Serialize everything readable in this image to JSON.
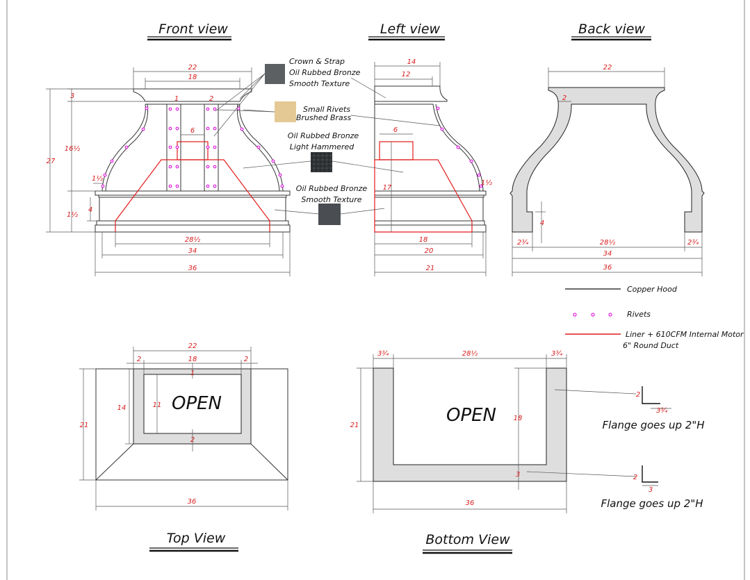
{
  "titles": {
    "front": "Front view",
    "left": "Left view",
    "back": "Back view",
    "top": "Top View",
    "bottom": "Bottom View"
  },
  "callouts": {
    "crown_line1": "Crown & Strap",
    "crown_line2": "Oil Rubbed Bronze",
    "crown_line3": "Smooth Texture",
    "rivets_line1": "Small Rivets",
    "rivets_line2": "Brushed Brass",
    "hammered_line1": "Oil Rubbed Bronze",
    "hammered_line2": "Light Hammered",
    "smooth_line1": "Oil Rubbed Bronze",
    "smooth_line2": "Smooth Texture"
  },
  "swatch_colors": {
    "crown": "#5c6063",
    "rivets": "#e4c994",
    "hammered": "#2f3336",
    "smooth": "#4a4e52"
  },
  "legend": {
    "copper": "Copper Hood",
    "rivets": "Rivets",
    "liner_line1": "Liner + 610CFM Internal Motor",
    "liner_line2": "6\" Round Duct"
  },
  "legend_colors": {
    "copper": "#111111",
    "rivets": "#e020e0",
    "liner": "#e21b1b"
  },
  "front_dims": {
    "w22": "22",
    "w18": "18",
    "s1": "1",
    "s2": "2",
    "h3": "3",
    "h16": "16½",
    "h27": "27",
    "w6": "6",
    "h4": "4",
    "h1b": "1½",
    "h1a": "1½",
    "w28": "28½",
    "w34": "34",
    "w36": "36"
  },
  "left_dims": {
    "w14": "14",
    "w12": "12",
    "w6": "6",
    "h17": "17",
    "h1": "1½",
    "w18": "18",
    "w20": "20",
    "w21": "21"
  },
  "back_dims": {
    "w22": "22",
    "s2": "2",
    "h4": "4",
    "l": "2¾",
    "c": "28½",
    "r": "2¾",
    "w34": "34",
    "w36": "36"
  },
  "top_dims": {
    "w22": "22",
    "l2": "2",
    "w18": "18",
    "r2": "2",
    "t1": "1",
    "h14": "14",
    "h11": "11",
    "b2": "2",
    "h21": "21",
    "w36": "36",
    "open": "OPEN"
  },
  "bottom_dims": {
    "l": "3¾",
    "c": "28½",
    "r": "3¾",
    "h21": "21",
    "h18": "18",
    "b3": "3",
    "w36": "36",
    "open": "OPEN"
  },
  "flange": {
    "top_h": "2",
    "top_w": "3¾",
    "top_text": "Flange goes up 2\"H",
    "bot_h": "2",
    "bot_w": "3",
    "bot_text": "Flange goes up 2\"H"
  }
}
